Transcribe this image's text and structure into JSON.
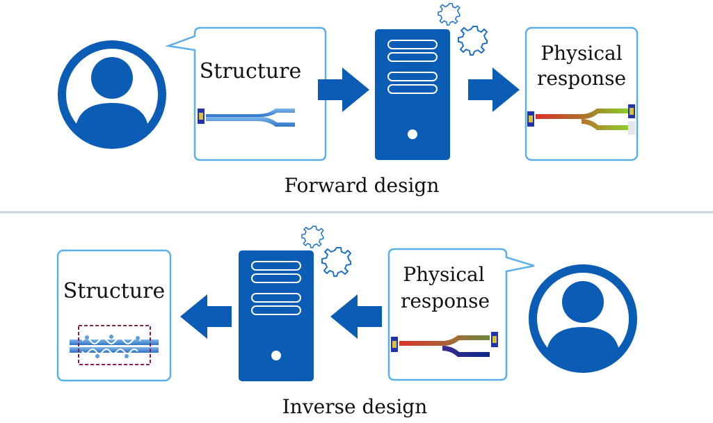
{
  "forward": {
    "structure_label": "Structure",
    "response_line1": "Physical",
    "response_line2": "response",
    "caption": "Forward design"
  },
  "inverse": {
    "structure_label": "Structure",
    "response_line1": "Physical",
    "response_line2": "response",
    "caption": "Inverse design"
  },
  "colors": {
    "primary_blue": "#0b5cb5",
    "light_border": "#5ab0e6",
    "divider": "#c8d3e3",
    "waveguide_red": "#d9322b",
    "waveguide_green": "#8ccf2e",
    "waveguide_navy": "#0a2a8c",
    "dashed_box": "#8a1d4a"
  },
  "icons": [
    "user-icon",
    "server-icon",
    "gear-icon",
    "arrow-right-icon",
    "arrow-left-icon",
    "waveguide-icon"
  ]
}
